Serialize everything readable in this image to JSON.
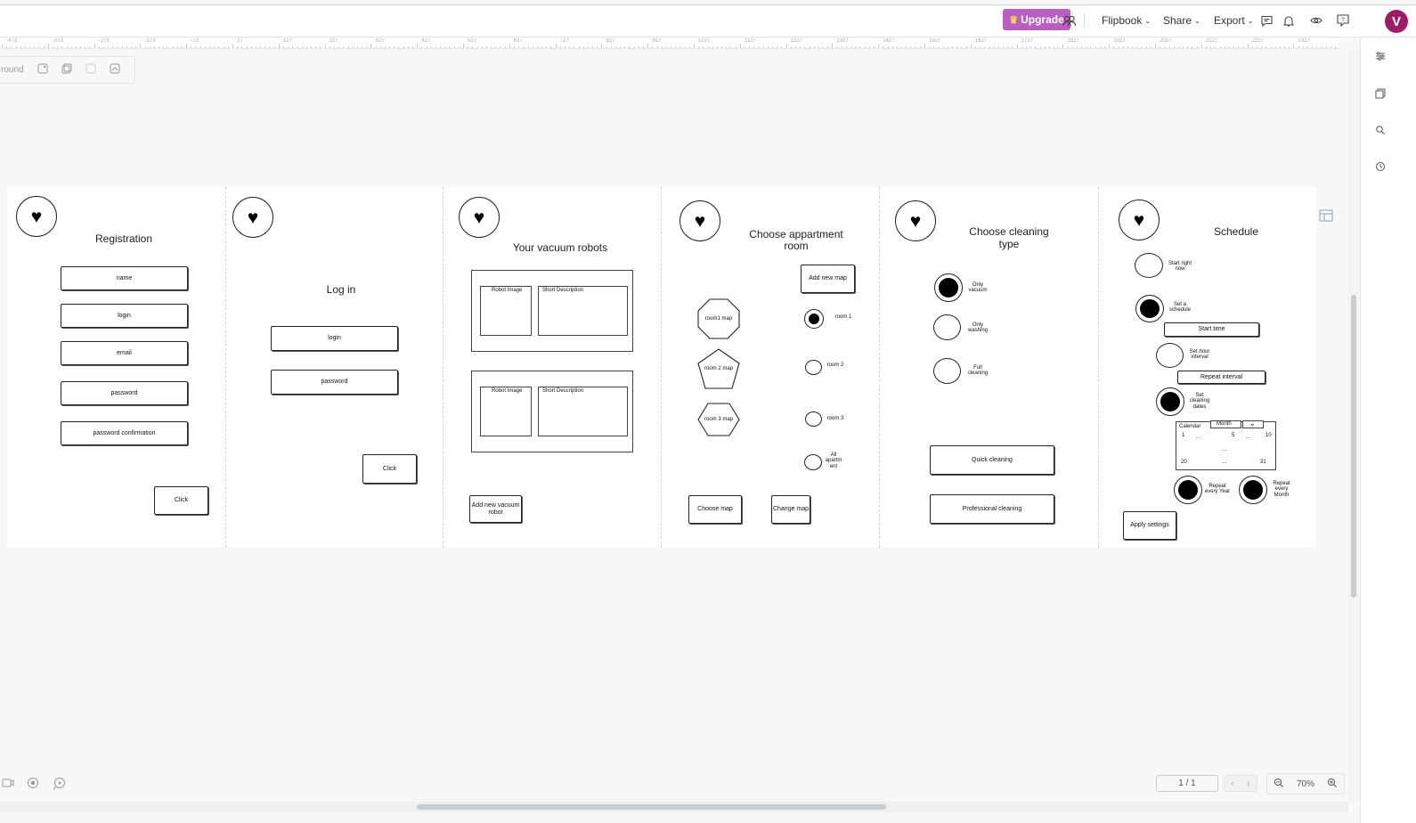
{
  "toolbar": {
    "upgrade_label": "Upgrade",
    "flipbook_label": "Flipbook",
    "share_label": "Share",
    "export_label": "Export",
    "avatar_initial": "V"
  },
  "ruler_labels": [
    "-473",
    "-373",
    "-273",
    "-173",
    "-73",
    "27",
    "127",
    "227",
    "327",
    "427",
    "527",
    "627",
    "727",
    "827",
    "927",
    "1027",
    "1127",
    "1227",
    "1327",
    "1427",
    "1527",
    "1627",
    "1727",
    "1827",
    "1927",
    "2027",
    "2127",
    "2227",
    "2327"
  ],
  "background_bar": {
    "label": "round"
  },
  "screens": {
    "registration": {
      "title": "Registration",
      "fields": [
        "name",
        "login",
        "email",
        "password",
        "password confirmation"
      ],
      "button": "Click"
    },
    "login": {
      "title": "Log in",
      "fields": [
        "login",
        "password"
      ],
      "button": "Click"
    },
    "robots": {
      "title": "Your vacuum robots",
      "card1": {
        "image": "Robot Image",
        "desc": "Short Description"
      },
      "card2": {
        "image": "Robot Image",
        "desc": "Short Description"
      },
      "button": "Add new vacuum robot"
    },
    "rooms": {
      "title": "Choose appartment room",
      "add_map": "Add new map",
      "maps": [
        "room1 map",
        "room 2 map",
        "room 3 map"
      ],
      "rooms": [
        "room 1",
        "room 2",
        "room 3",
        "All apartm ent"
      ],
      "choose_map": "Choose  map",
      "change_map": "Change  map"
    },
    "cleaning": {
      "title": "Choose cleaning type",
      "options": [
        "Only vacuum",
        "Only washing",
        "Full cleaning"
      ],
      "quick": "Quick cleaning",
      "professional": "Professional cleaning"
    },
    "schedule": {
      "title": "Schedule",
      "start_now": "Start right now",
      "set_schedule": "Set a schedule",
      "start_time": "Start time",
      "set_interval": "Set hour interval",
      "repeat_interval": "Repeat  interval",
      "set_dates": "Set cleaning dates",
      "calendar": "Calendar",
      "month": "Month",
      "cal_1": "1",
      "cal_5": "5",
      "cal_10": "10",
      "cal_20": "20",
      "cal_31": "31",
      "cal_dots": "...",
      "repeat_year": "Repeat every Year",
      "repeat_month": "Repeat every Month",
      "apply": "Apply settings"
    }
  },
  "footer": {
    "page": "1 / 1",
    "zoom": "70%"
  }
}
